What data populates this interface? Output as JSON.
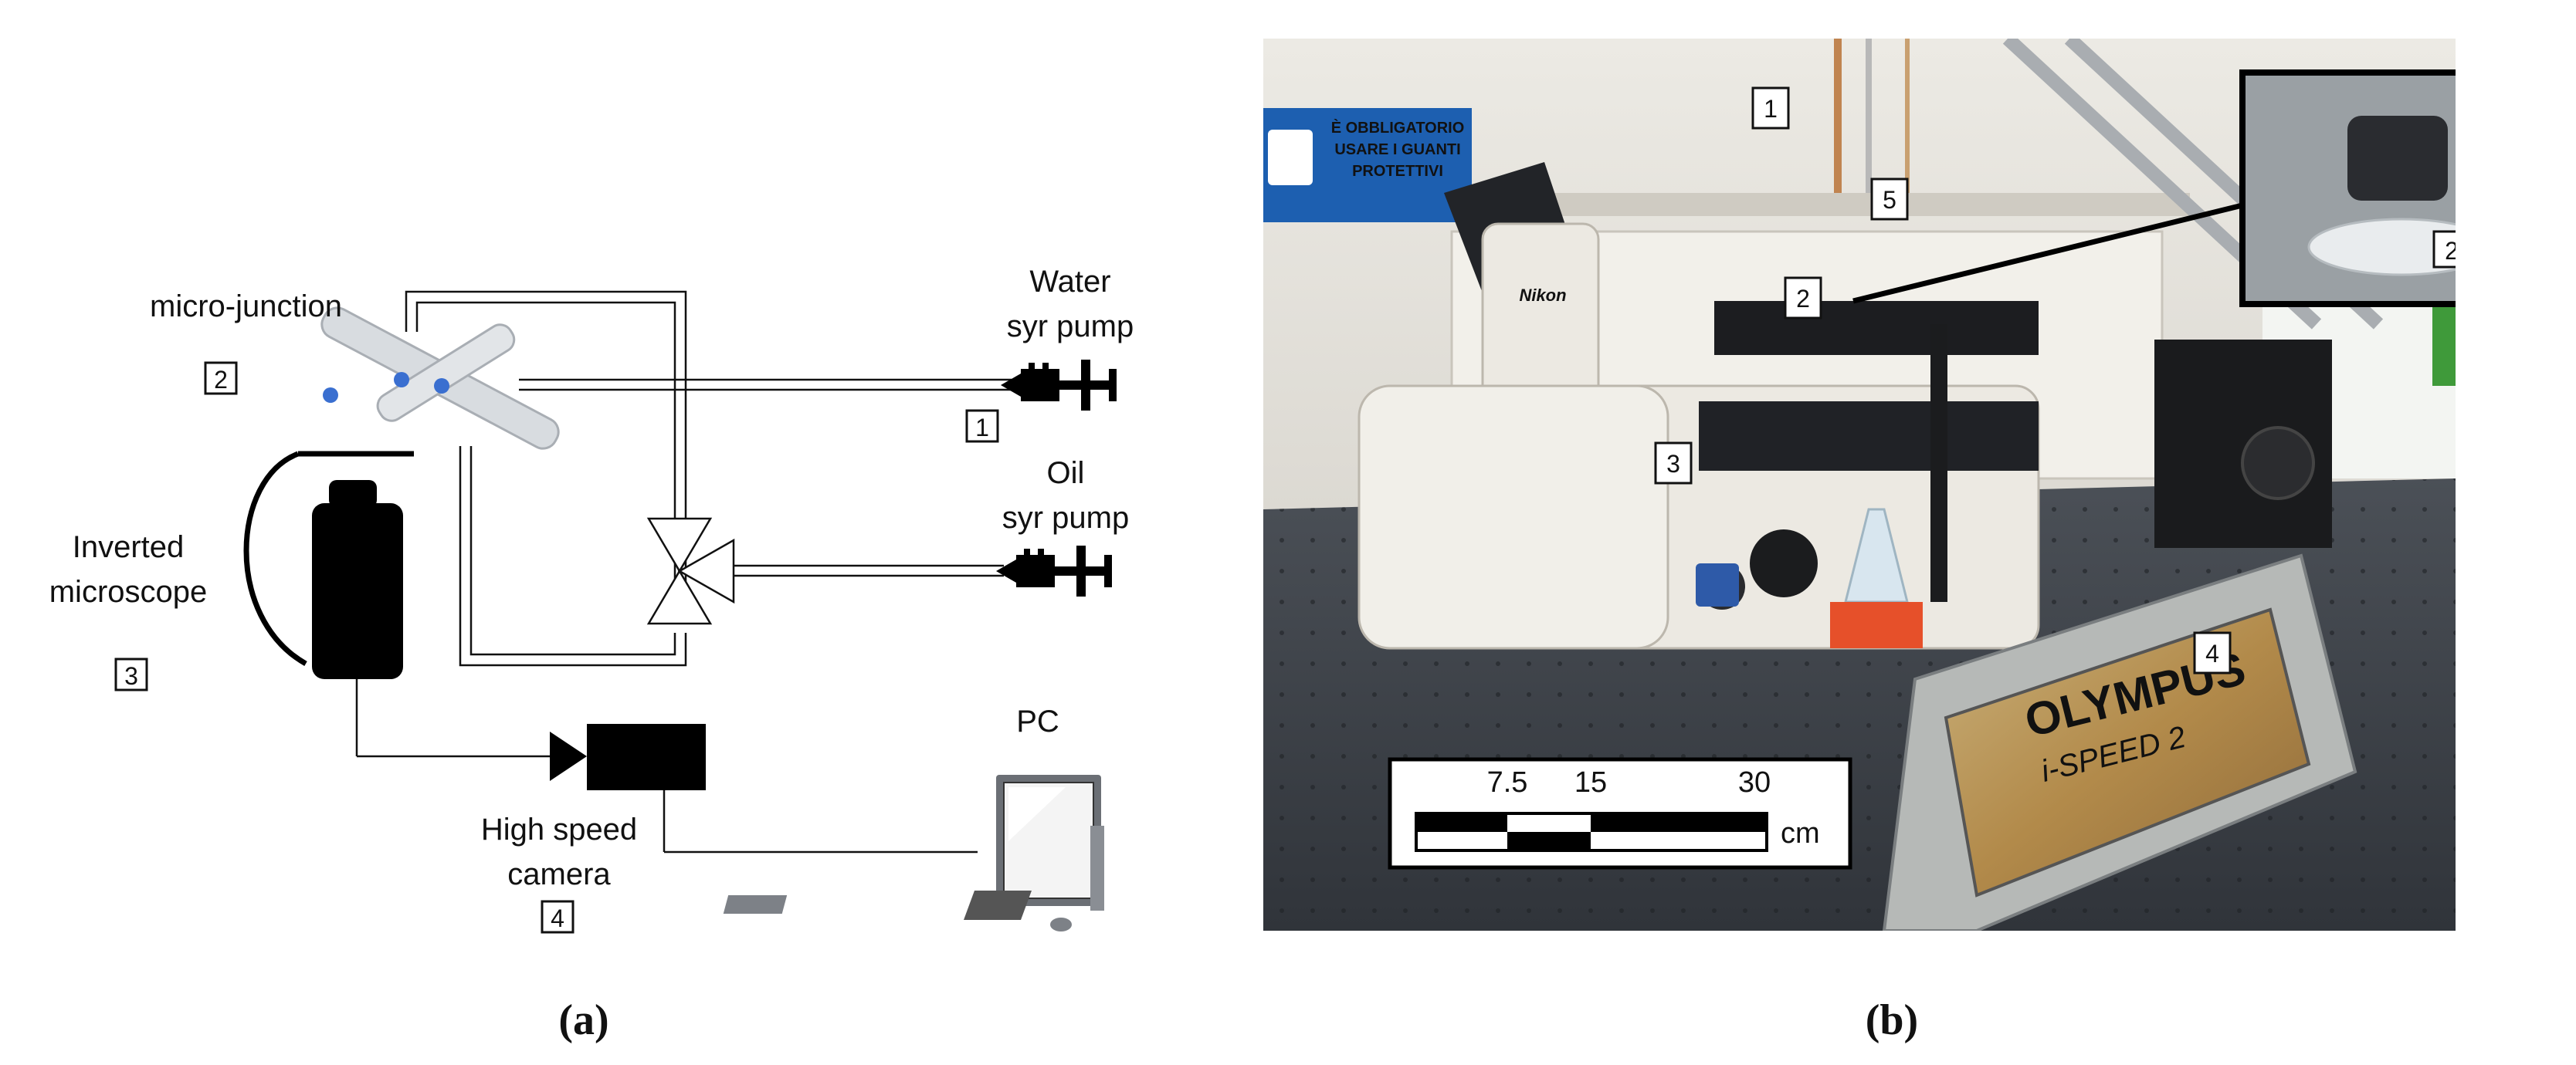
{
  "panel_a": {
    "caption": "(a)",
    "micro_junction": {
      "label": "micro-junction",
      "number": "2"
    },
    "water_pump": {
      "line1": "Water",
      "line2": "syr pump",
      "number": "1"
    },
    "oil_pump": {
      "line1": "Oil",
      "line2": "syr pump"
    },
    "microscope": {
      "line1": "Inverted",
      "line2": "microscope",
      "number": "3"
    },
    "camera": {
      "line1": "High speed",
      "line2": "camera",
      "number": "4"
    },
    "pc": {
      "label": "PC"
    }
  },
  "panel_b": {
    "caption": "(b)",
    "sign": {
      "line1": "È OBBLIGATORIO",
      "line2": "USARE I GUANTI",
      "line3": "PROTETTIVI"
    },
    "microscope_brand": "Nikon",
    "camera_brand": "OLYMPUS",
    "camera_model": "i-SPEED 2",
    "callouts": {
      "c1": "1",
      "c2": "2",
      "c3": "3",
      "c4": "4",
      "c5": "5",
      "inset": "2"
    },
    "scale_bar": {
      "ticks": [
        "7.5",
        "15",
        "30"
      ],
      "unit": "cm"
    }
  },
  "colors": {
    "line": "#111111",
    "tube": "#d8dce0",
    "droplet": "#3a6fd0",
    "bench": "#3b3f45",
    "microscope_body": "#e9e6df"
  }
}
